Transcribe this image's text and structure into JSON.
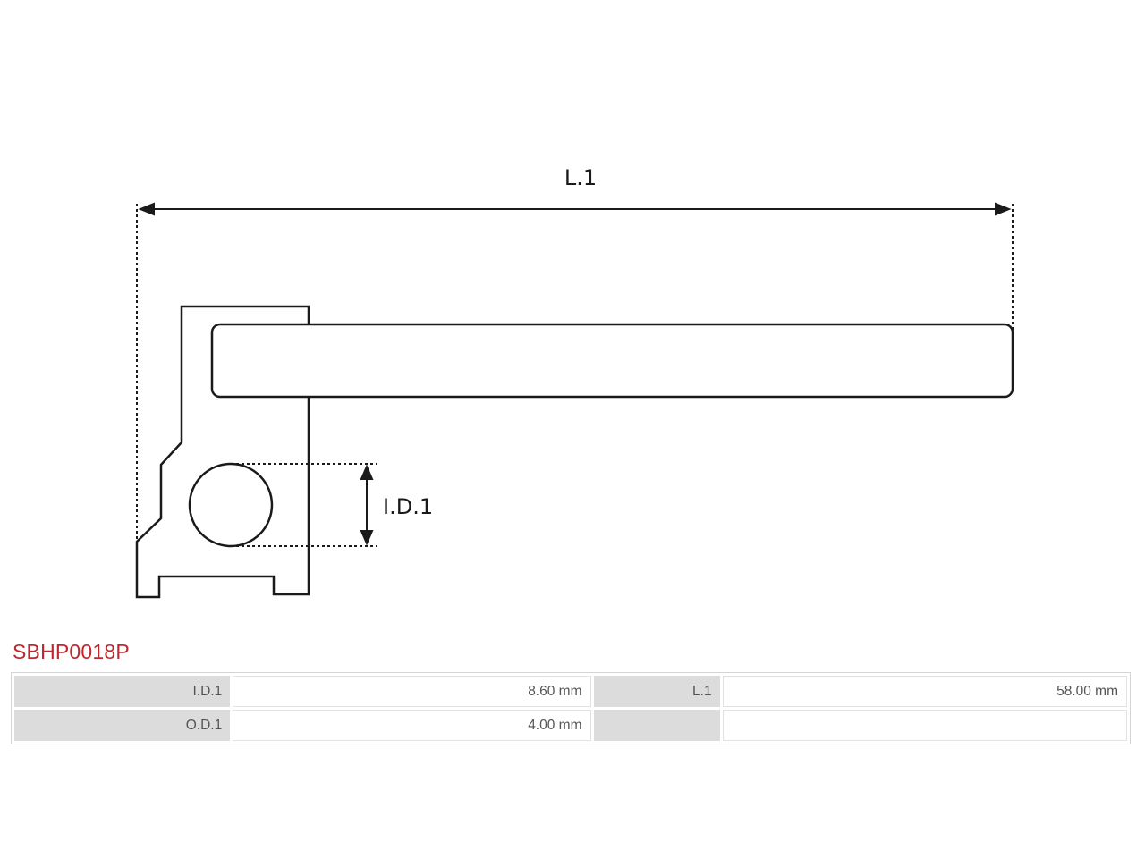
{
  "diagram": {
    "labels": {
      "length": "L.1",
      "inner_diameter": "I.D.1"
    }
  },
  "product": {
    "code": "SBHP0018P"
  },
  "specs": {
    "rows": [
      [
        {
          "label": "I.D.1",
          "value": "8.60 mm"
        },
        {
          "label": "L.1",
          "value": "58.00 mm"
        }
      ],
      [
        {
          "label": "O.D.1",
          "value": "4.00 mm"
        },
        {
          "label": "",
          "value": ""
        }
      ]
    ]
  },
  "colors": {
    "title": "#c0272d",
    "label_cell": "#dcdcdc",
    "line": "#1a1a1a"
  }
}
